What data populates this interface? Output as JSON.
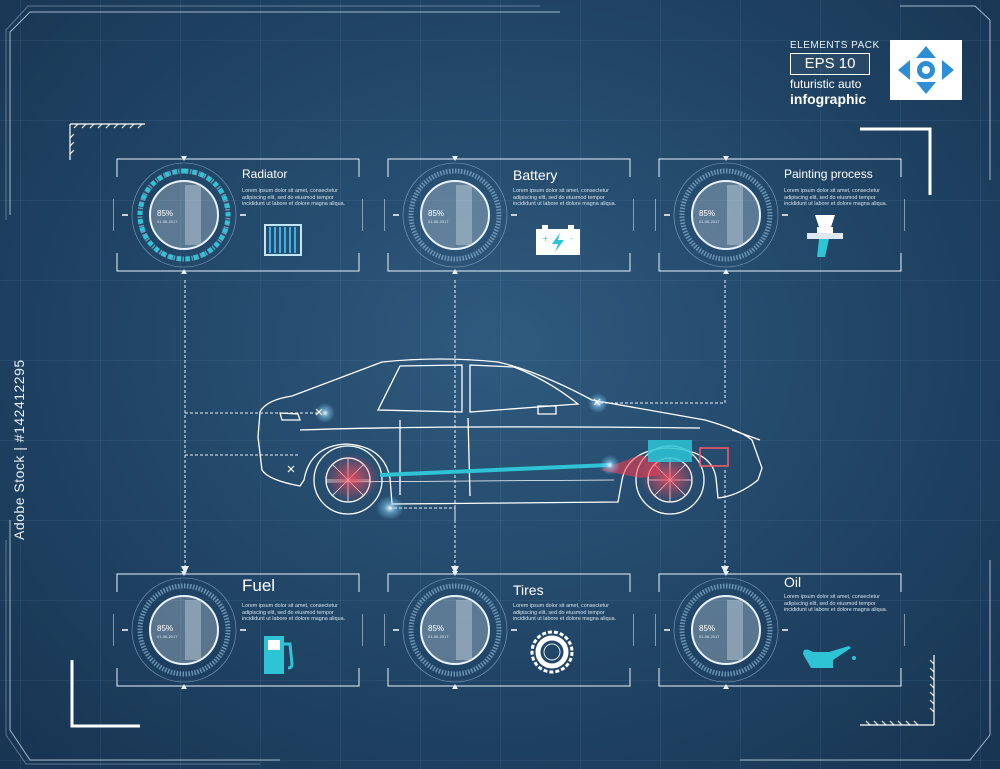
{
  "badge": {
    "pack_label": "ELEMENTS PACK",
    "eps_label": "EPS 10",
    "subtitle_1": "futuristic auto",
    "subtitle_2": "infographic"
  },
  "panels": [
    {
      "title": "Radiator",
      "lorem": "Lorem ipsum dolor sit amet, consectetur adipiscing elit, sed do eiusmod tempor incididunt ut labore et dolore magna aliqua.",
      "percent": "85%",
      "date": "01-06-2017",
      "icon": "radiator-icon",
      "level": 0.85
    },
    {
      "title": "Battery",
      "lorem": "Lorem ipsum dolor sit amet, consectetur adipiscing elit, sed do eiusmod tempor incididunt ut labore et dolore magna aliqua.",
      "percent": "85%",
      "date": "01-06-2017",
      "icon": "battery-icon",
      "level": 0.85
    },
    {
      "title": "Painting process",
      "lorem": "Lorem ipsum dolor sit amet, consectetur adipiscing elit, sed do eiusmod tempor incididunt ut labore et dolore magna aliqua.",
      "percent": "85%",
      "date": "01-06-2017",
      "icon": "spray-gun-icon",
      "level": 0.85
    },
    {
      "title": "Fuel",
      "lorem": "Lorem ipsum dolor sit amet, consectetur adipiscing elit, sed do eiusmod tempor incididunt ut labore et dolore magna aliqua.",
      "percent": "85%",
      "date": "01-06-2017",
      "icon": "fuel-pump-icon",
      "level": 0.85
    },
    {
      "title": "Tires",
      "lorem": "Lorem ipsum dolor sit amet, consectetur adipiscing elit, sed do eiusmod tempor incididunt ut labore et dolore magna aliqua.",
      "percent": "85%",
      "date": "01-06-2017",
      "icon": "tire-icon",
      "level": 0.85
    },
    {
      "title": "Oil",
      "lorem": "Lorem ipsum dolor sit amet, consectetur adipiscing elit, sed do eiusmod tempor incididunt ut labore et dolore magna aliqua.",
      "percent": "85%",
      "date": "01-06-2017",
      "icon": "oil-can-icon",
      "level": 0.85
    }
  ],
  "watermark": "Adobe Stock | #142412295",
  "colors": {
    "accent": "#2ec4d6",
    "highlight": "#ff3b4e",
    "line": "#ffffff",
    "background": "#23486a"
  }
}
